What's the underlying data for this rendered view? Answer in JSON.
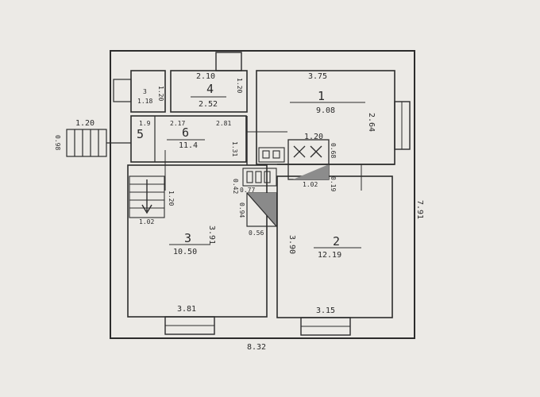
{
  "rooms": {
    "r1": {
      "number": "1",
      "area": "9.08"
    },
    "r2": {
      "number": "2",
      "area": "12.19"
    },
    "r3": {
      "number": "3",
      "area": "10.50"
    },
    "r4": {
      "number": "4",
      "area": "2.52"
    },
    "r5": {
      "number": "5",
      "area": ""
    },
    "r6": {
      "number": "6",
      "area": "11.4"
    },
    "bath": {
      "number": "3",
      "area": "1.18"
    }
  },
  "dims": {
    "total_width": "8.32",
    "total_height": "7.91",
    "r1_width": "3.75",
    "r1_height": "2.64",
    "r2_width": "3.15",
    "r2_height": "3.90",
    "r3_width": "3.81",
    "r3_height": "3.91",
    "r4_width": "2.10",
    "r4_bottom": "2.52",
    "r4_height": "1.20",
    "bath_height": "1.20",
    "corr_a": "1.9",
    "corr_b": "2.17",
    "corr_c": "2.81",
    "corr_h": "1.31",
    "porch_width": "1.20",
    "porch_height": "0.98",
    "stair_width": "1.02",
    "stair_height": "1.20",
    "stove_width": "1.20",
    "stove_bottom": "1.02",
    "stove_h": "0.68",
    "stove_h2": "0.19",
    "closet_w": "0.56",
    "closet_h": "0.94",
    "small_a": "0.42",
    "small_b": "0.77"
  }
}
